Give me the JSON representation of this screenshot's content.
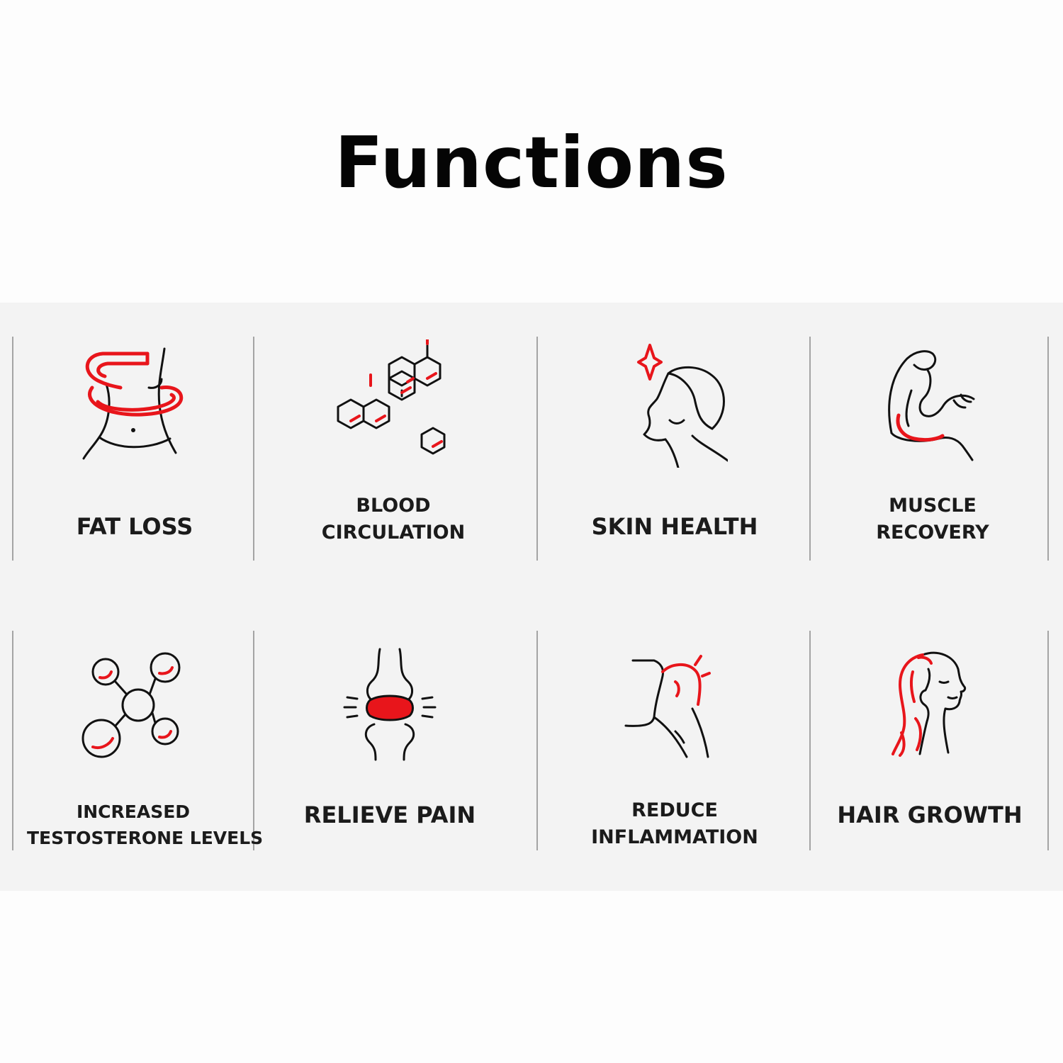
{
  "title": "Functions",
  "colors": {
    "stroke": "#111111",
    "accent": "#e8151b",
    "panel": "#f3f3f3",
    "divider": "#a4a4a4"
  },
  "functions": [
    {
      "icon": "waist-icon",
      "lines": [
        "FAT LOSS"
      ]
    },
    {
      "icon": "molecule-hexagon-icon",
      "lines": [
        "BLOOD",
        "CIRCULATION"
      ]
    },
    {
      "icon": "face-sparkle-icon",
      "lines": [
        "SKIN HEALTH"
      ]
    },
    {
      "icon": "flexed-arm-icon",
      "lines": [
        "MUSCLE",
        "RECOVERY"
      ]
    },
    {
      "icon": "molecule-nodes-icon",
      "lines": [
        "INCREASED",
        "TESTOSTERONE LEVELS"
      ]
    },
    {
      "icon": "knee-joint-icon",
      "lines": [
        "RELIEVE PAIN"
      ]
    },
    {
      "icon": "neck-pain-icon",
      "lines": [
        "REDUCE",
        "INFLAMMATION"
      ]
    },
    {
      "icon": "hair-profile-icon",
      "lines": [
        "HAIR GROWTH"
      ]
    }
  ]
}
